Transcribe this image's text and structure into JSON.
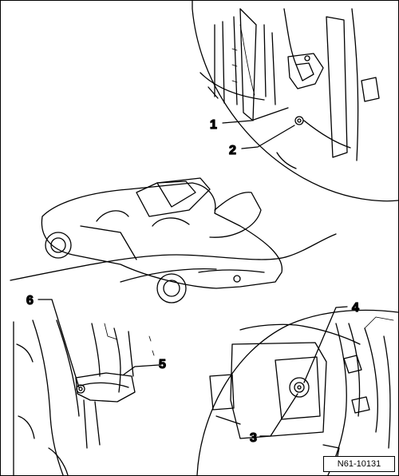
{
  "figure": {
    "callouts": [
      {
        "number": "1"
      },
      {
        "number": "2"
      },
      {
        "number": "3"
      },
      {
        "number": "4"
      },
      {
        "number": "5"
      },
      {
        "number": "6"
      }
    ],
    "document_id": "N61-10131"
  }
}
